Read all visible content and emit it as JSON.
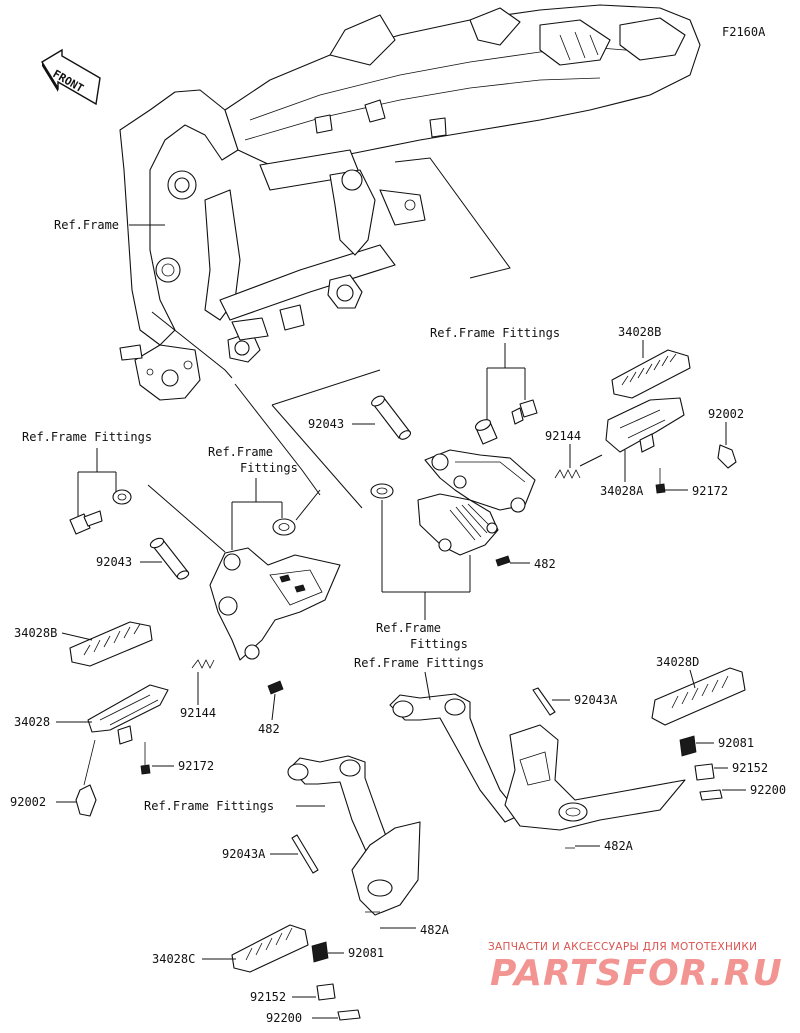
{
  "figure_code": "F2160A",
  "front_label": "FRONT",
  "labels": {
    "ref_frame": "Ref.Frame",
    "ref_frame_fittings_top": "Ref.Frame Fittings",
    "ref_frame_fittings_left": "Ref.Frame Fittings",
    "ref_frame_fittings_mid_1": "Ref.Frame",
    "ref_frame_fittings_mid_2": "Fittings",
    "ref_frame_fittings_center_1": "Ref.Frame",
    "ref_frame_fittings_center_2": "Fittings",
    "ref_frame_fittings_right": "Ref.Frame Fittings",
    "ref_frame_fittings_lower": "Ref.Frame Fittings"
  },
  "parts": {
    "p_92043_upper": "92043",
    "p_92144_upper": "92144",
    "p_34028b_upper": "34028B",
    "p_92002_upper": "92002",
    "p_34028a": "34028A",
    "p_92172_upper": "92172",
    "p_482_upper": "482",
    "p_92043_left": "92043",
    "p_34028b_left": "34028B",
    "p_92144_left": "92144",
    "p_34028": "34028",
    "p_482_left": "482",
    "p_92172_left": "92172",
    "p_92002_left": "92002",
    "p_34028d": "34028D",
    "p_92043a_right": "92043A",
    "p_92081_right": "92081",
    "p_92152_right": "92152",
    "p_92200_right": "92200",
    "p_482a_right": "482A",
    "p_92043a_left": "92043A",
    "p_482a_left": "482A",
    "p_34028c": "34028C",
    "p_92081_left": "92081",
    "p_92152_left": "92152",
    "p_92200_left": "92200"
  },
  "watermark": {
    "line1": "ЗАПЧАСТИ И АКСЕССУАРЫ ДЛЯ МОТОТЕХНИКИ",
    "line2": "PARTSFOR.RU"
  },
  "colors": {
    "ink": "#111111",
    "watermark": "#e8403a",
    "background": "#ffffff"
  }
}
